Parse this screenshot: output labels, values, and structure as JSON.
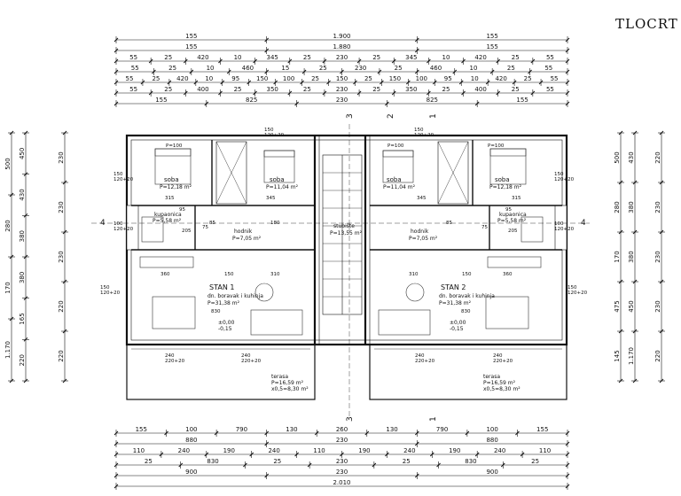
{
  "sheet": {
    "title": "TLOCRT PI"
  },
  "dimensions": {
    "top": [
      [
        "155",
        "1.900",
        "155"
      ],
      [
        "155",
        "1.880",
        "155"
      ],
      [
        "55",
        "25",
        "420",
        "10",
        "345",
        "25",
        "230",
        "25",
        "345",
        "10",
        "420",
        "25",
        "55"
      ],
      [
        "55",
        "25",
        "10",
        "460",
        "15",
        "25",
        "230",
        "25",
        "460",
        "10",
        "25",
        "55"
      ],
      [
        "55",
        "25",
        "420",
        "10",
        "95",
        "150",
        "100",
        "25",
        "150",
        "25",
        "150",
        "100",
        "95",
        "10",
        "420",
        "25",
        "55"
      ],
      [
        "55",
        "25",
        "400",
        "25",
        "350",
        "25",
        "230",
        "25",
        "350",
        "25",
        "400",
        "25",
        "55"
      ],
      [
        "155",
        "825",
        "230",
        "825",
        "155"
      ]
    ],
    "bottom": [
      [
        "155",
        "100",
        "790",
        "130",
        "260",
        "130",
        "790",
        "100",
        "155"
      ],
      [
        "880",
        "230",
        "880"
      ],
      [
        "110",
        "240",
        "190",
        "240",
        "110",
        "190",
        "240",
        "190",
        "240",
        "110"
      ],
      [
        "25",
        "830",
        "25",
        "230",
        "25",
        "830",
        "25"
      ],
      [
        "900",
        "230",
        "900"
      ],
      [
        "2.010"
      ]
    ],
    "left": [
      [
        "500",
        "280",
        "170",
        "1.170"
      ],
      [
        "450",
        "430",
        "380",
        "380",
        "165",
        "220"
      ],
      [
        "230",
        "230",
        "230",
        "220",
        "220"
      ]
    ],
    "right": [
      [
        "500",
        "280",
        "170",
        "475",
        "145"
      ],
      [
        "430",
        "380",
        "380",
        "450",
        "1.170"
      ],
      [
        "220",
        "230",
        "230",
        "230",
        "220"
      ]
    ]
  },
  "rooms": [
    {
      "name": "soba",
      "area": "P=12,18 m²"
    },
    {
      "name": "soba",
      "area": "P=11,04 m²"
    },
    {
      "name": "soba",
      "area": "P=11,04 m²"
    },
    {
      "name": "soba",
      "area": "P=12,18 m²"
    },
    {
      "name": "kupaonica",
      "area": "P=5,58 m²"
    },
    {
      "name": "kupaonica",
      "area": "P=5,58 m²"
    },
    {
      "name": "hodnik",
      "area": "P=7,05 m²"
    },
    {
      "name": "hodnik",
      "area": "P=7,05 m²"
    },
    {
      "name": "stubište",
      "area": "P=13,55 m²"
    }
  ],
  "apartments": [
    {
      "name": "STAN 1",
      "sub": "dn. boravak i kuhinja",
      "area": "P=31,38 m²"
    },
    {
      "name": "STAN 2",
      "sub": "dn. boravak i kuhinja",
      "area": "P=31,38 m²"
    }
  ],
  "terraces": [
    {
      "name": "terasa",
      "area": "P=16,59 m²",
      "reduced": "x0,5=8,30 m²"
    },
    {
      "name": "terasa",
      "area": "P=16,59 m²",
      "reduced": "x0,5=8,30 m²"
    }
  ],
  "levels": [
    {
      "top": "±0,00",
      "bottom": "-0,15"
    },
    {
      "top": "±0,00",
      "bottom": "-0,15"
    }
  ],
  "openings": {
    "windows_top": [
      "P=100",
      "150\n120+20",
      "P=100",
      "150\n120+20",
      "P=100"
    ],
    "windows_side": [
      "150\n120+20",
      "150\n120+20",
      "100\n120+20",
      "100\n120+20",
      "150\n120+20",
      "150\n120+20"
    ],
    "terrace_doors": [
      "240\n220+20",
      "240\n220+20",
      "240\n220+20",
      "240\n220+20"
    ],
    "inner": [
      "315",
      "345",
      "345",
      "315",
      "360",
      "310",
      "310",
      "360",
      "830",
      "830",
      "150",
      "150",
      "95",
      "205",
      "95",
      "205",
      "85",
      "75",
      "180",
      "75",
      "85"
    ]
  },
  "sections": {
    "cut_3": "3",
    "cut_4": "4",
    "cut_1": "1",
    "cut_2": "2"
  }
}
